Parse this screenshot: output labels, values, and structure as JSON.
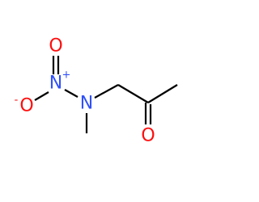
{
  "molecule": {
    "atoms": {
      "nitro_oxygen_top": {
        "symbol": "O",
        "color": "#ff0d0d"
      },
      "nitro_nitrogen": {
        "symbol": "N",
        "charge": "+",
        "color": "#3050f8"
      },
      "nitro_oxygen_left": {
        "symbol": "O",
        "charge": "-",
        "color": "#ff0d0d"
      },
      "amine_nitrogen": {
        "symbol": "N",
        "color": "#3050f8"
      },
      "carbonyl_oxygen": {
        "symbol": "O",
        "color": "#ff0d0d"
      }
    },
    "bond_color": "#000000"
  }
}
